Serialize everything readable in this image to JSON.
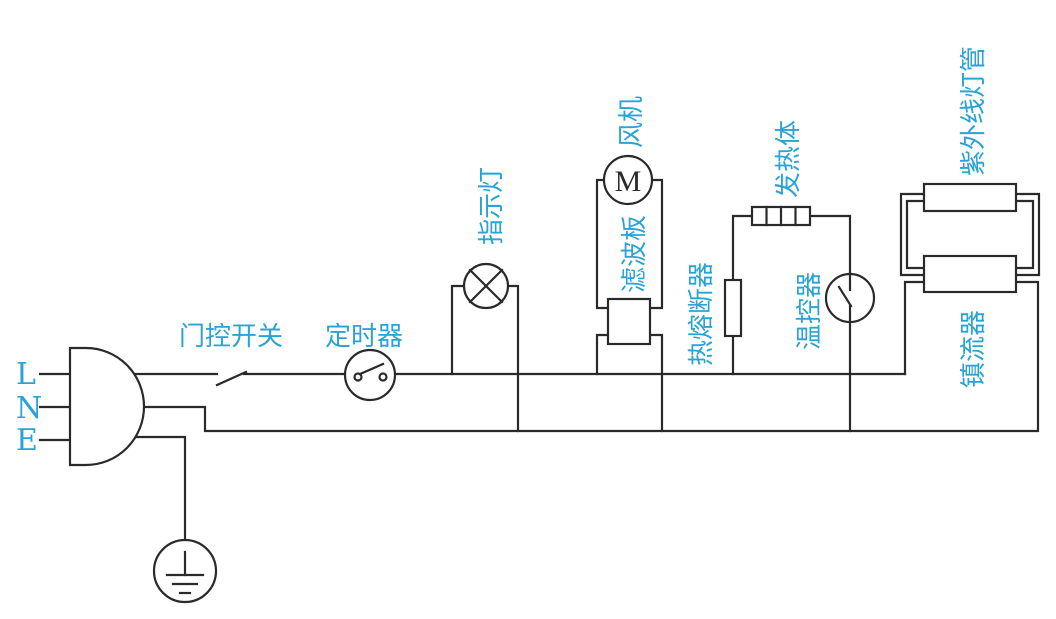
{
  "labels": {
    "line_L": "L",
    "line_N": "N",
    "line_E": "E",
    "door_switch": "门控开关",
    "timer": "定时器",
    "indicator": "指示灯",
    "filter": "滤波板",
    "motor_symbol": "M",
    "fan": "风机",
    "thermal_fuse": "热熔断器",
    "heater": "发热体",
    "thermostat": "温控器",
    "uv_lamp": "紫外线灯管",
    "ballast": "镇流器"
  },
  "colors": {
    "label": "#2aa3d6",
    "wire": "#2a2a2a",
    "background": "#ffffff"
  },
  "icons": [
    "plug-icon",
    "ground-icon",
    "switch-icon",
    "timer-icon",
    "lamp-icon",
    "motor-icon",
    "fuse-icon",
    "heater-icon",
    "thermostat-icon",
    "uv-tube-icon",
    "ballast-icon"
  ]
}
